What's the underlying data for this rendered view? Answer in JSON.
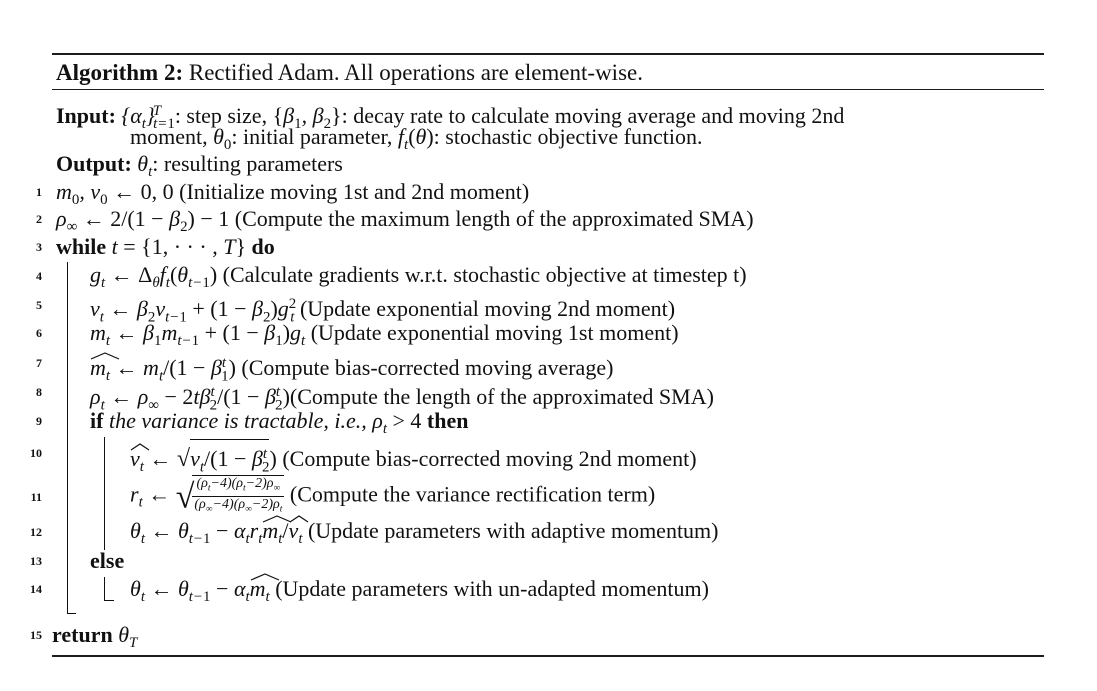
{
  "algorithm": {
    "title_label": "Algorithm 2:",
    "title_text": "Rectified Adam. All operations are element-wise.",
    "input_label": "Input:",
    "input_text_1": ": step size,",
    "input_text_2": ": decay rate to calculate moving average and moving 2nd",
    "input_text_3": "moment,",
    "input_text_4": ": initial parameter,",
    "input_text_5": ": stochastic objective function.",
    "output_label": "Output:",
    "output_text": ": resulting parameters",
    "line_numbers": [
      "1",
      "2",
      "3",
      "4",
      "5",
      "6",
      "7",
      "8",
      "9",
      "10",
      "11",
      "12",
      "13",
      "14",
      "15"
    ],
    "comments": {
      "l1": "(Initialize moving 1st and 2nd moment)",
      "l2": "(Compute the maximum length of the approximated SMA)",
      "l4": "(Calculate gradients w.r.t. stochastic objective at timestep t)",
      "l5": "(Update exponential moving 2nd moment)",
      "l6": "(Update exponential moving 1st moment)",
      "l7": "(Compute bias-corrected moving average)",
      "l8": "(Compute the length of the approximated SMA)",
      "l10": "(Compute bias-corrected moving 2nd moment)",
      "l11": "(Compute the variance rectification term)",
      "l12": "(Update parameters with adaptive momentum)",
      "l14": "(Update parameters with un-adapted momentum)"
    },
    "keywords": {
      "while": "while",
      "do": "do",
      "if": "if",
      "then": "then",
      "else": "else",
      "return": "return"
    },
    "condition_text": "the variance is tractable, i.e.,"
  }
}
